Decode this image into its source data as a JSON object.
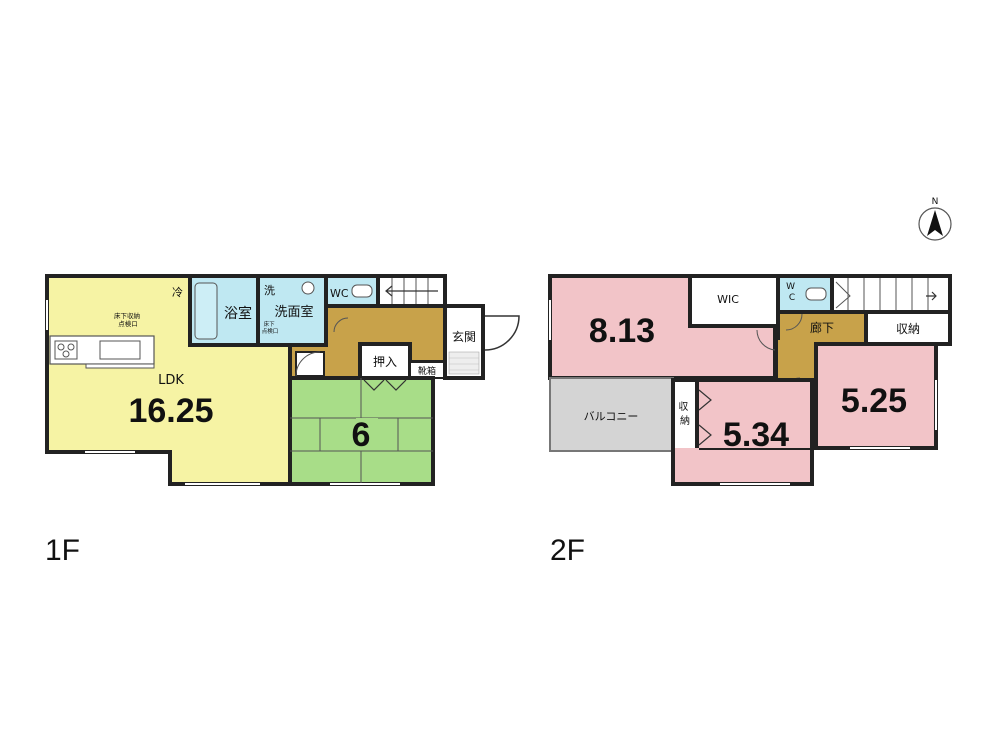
{
  "floor_labels": {
    "first": "1F",
    "second": "2F"
  },
  "compass": {
    "north": "N"
  },
  "first_floor": {
    "ldk": {
      "name": "LDK",
      "size": "16.25",
      "note": "床下収納\n点検口",
      "fridge": "冷"
    },
    "bath": "浴室",
    "washroom": {
      "name": "洗面室",
      "washer": "洗",
      "note": "床下\n点検口"
    },
    "wc": "WC",
    "entrance": "玄関",
    "oshiire": "押入",
    "shoe_box": "靴箱",
    "washitsu": {
      "size": "6"
    }
  },
  "second_floor": {
    "room1": {
      "size": "8.13"
    },
    "wic": "WIC",
    "wc": "W\nC",
    "hallway": "廊下",
    "storage_top": "収納",
    "balcony": "バルコニー",
    "storage_side": "収\n納",
    "room2": {
      "size": "5.34"
    },
    "room3": {
      "size": "5.25"
    }
  },
  "colors": {
    "ldk": "#f6f3a4",
    "wet": "#bfe8f2",
    "hall": "#c8a24a",
    "washitsu": "#a8dd88",
    "bedroom": "#f2c4c8",
    "balcony": "#d4d4d4",
    "wall": "#222222"
  }
}
